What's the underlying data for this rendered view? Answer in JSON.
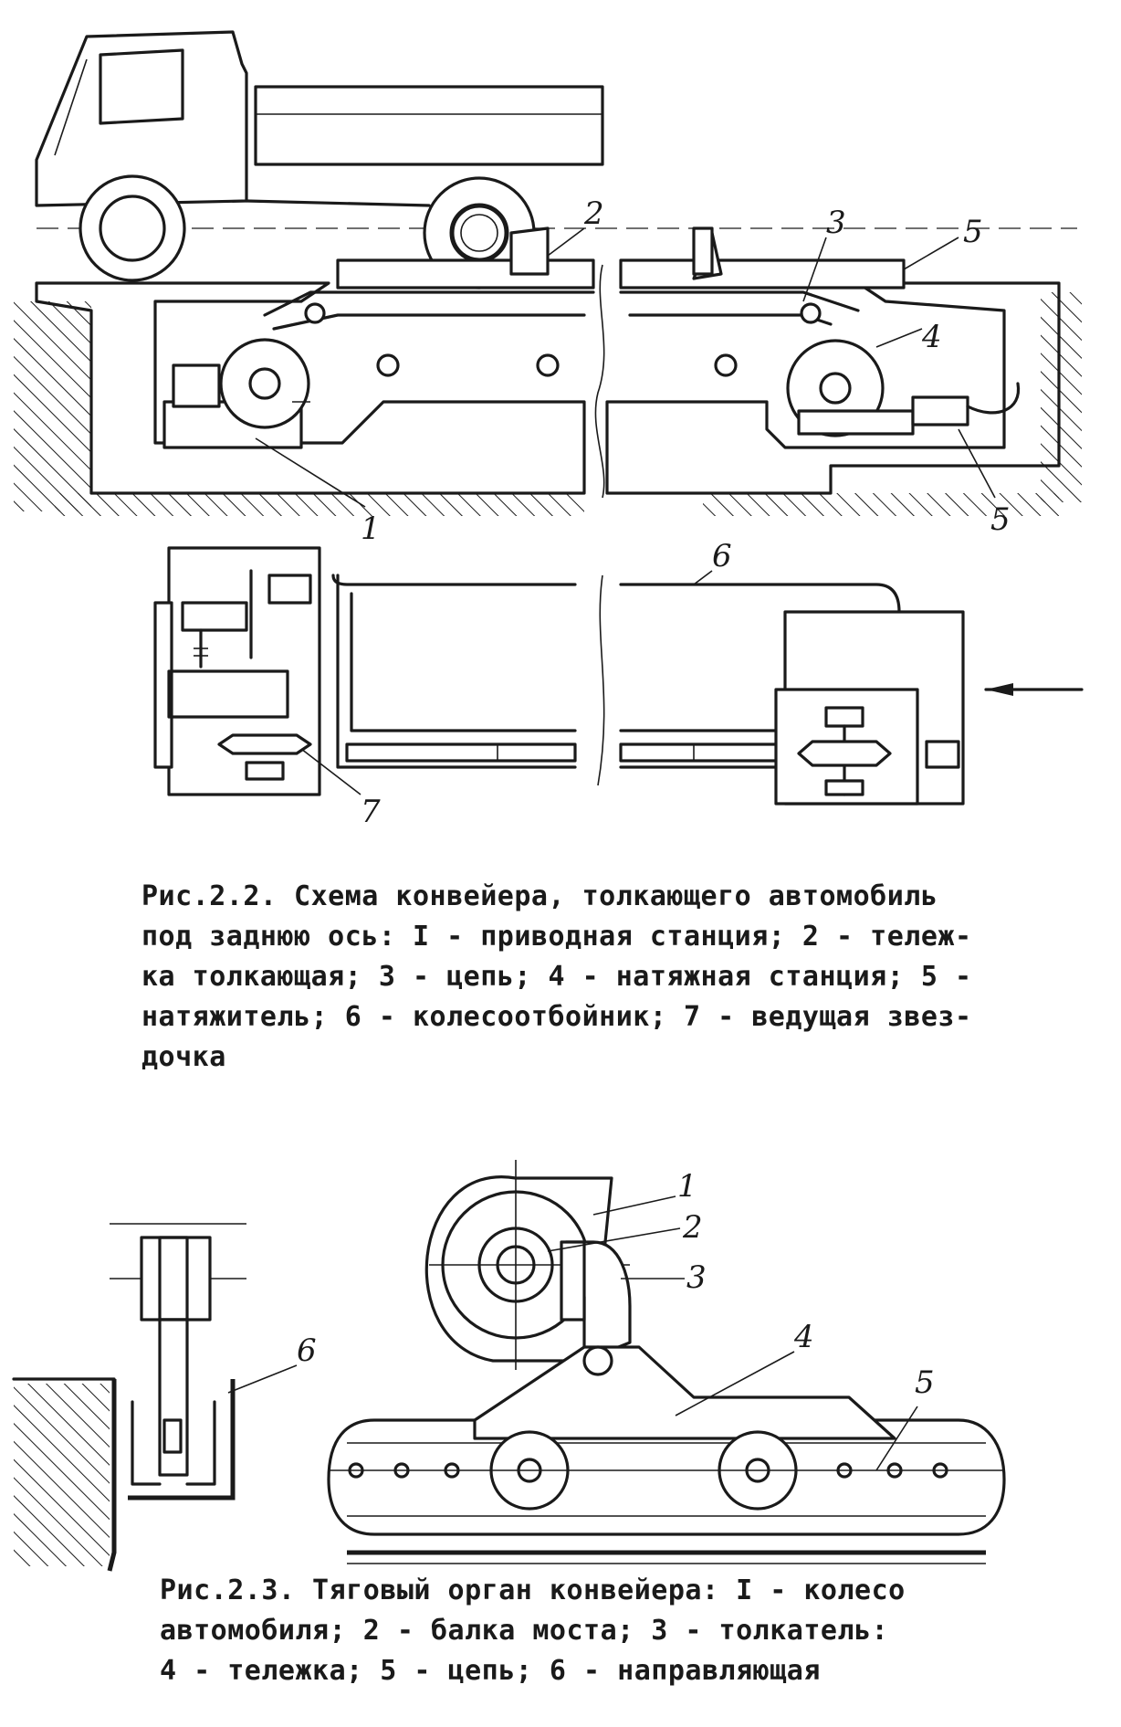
{
  "figure_2_2": {
    "caption_lines": [
      "Рис.2.2. Схема конвейера, толкающего автомобиль",
      "под заднюю ось: I - приводная станция; 2 - тележ-",
      "ка толкающая; 3 - цепь; 4 - натяжная станция; 5 -",
      "натяжитель; 6 - колесоотбойник; 7 - ведущая звез-",
      "дочка"
    ],
    "callouts": [
      "1",
      "2",
      "3",
      "4",
      "5",
      "5",
      "6",
      "7"
    ]
  },
  "figure_2_3": {
    "caption_lines": [
      "Рис.2.3. Тяговый орган конвейера: I - колесо",
      "автомобиля; 2 - балка моста; 3 - толкатель:",
      "4 - тележка; 5 - цепь; 6 - направляющая"
    ],
    "callouts": [
      "1",
      "2",
      "3",
      "4",
      "5",
      "6"
    ]
  }
}
